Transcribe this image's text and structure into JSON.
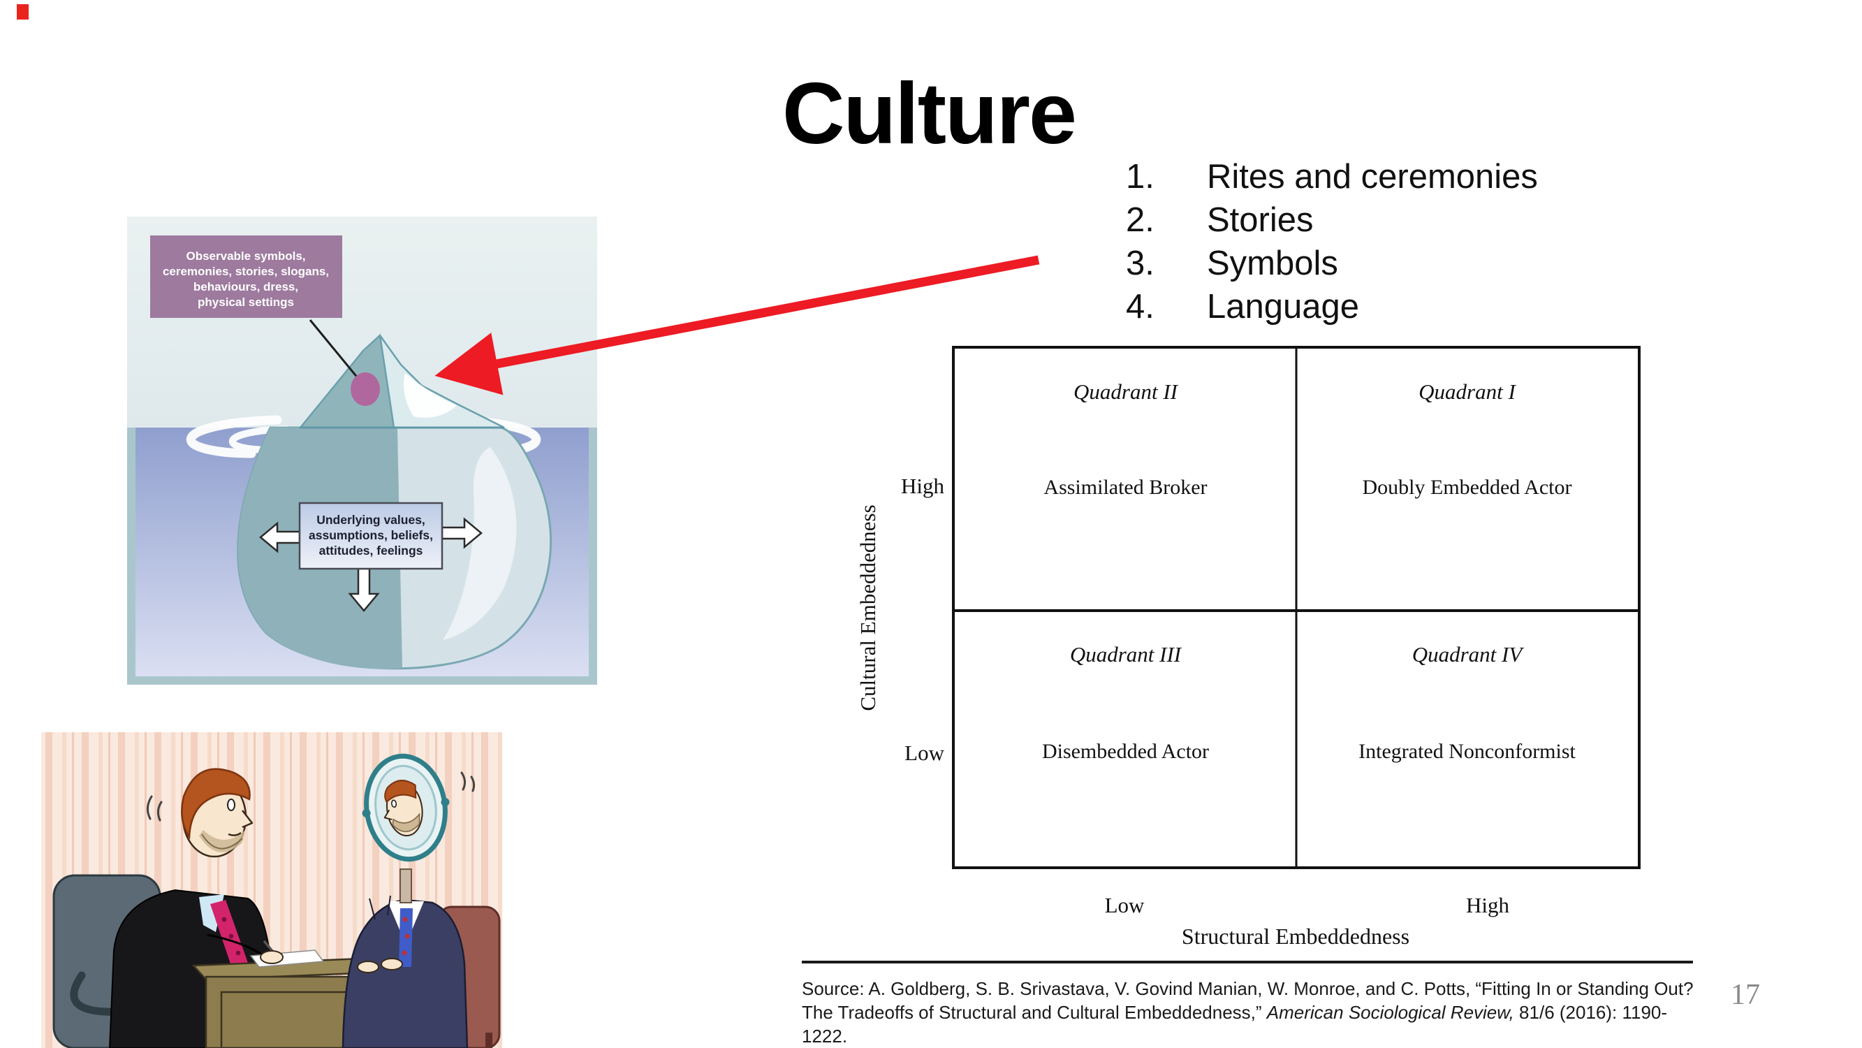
{
  "slide": {
    "title": "Culture",
    "page_number": "17",
    "accent_red": "#ed1b24"
  },
  "culture_list": {
    "items": [
      {
        "num": "1.",
        "label": "Rites and ceremonies"
      },
      {
        "num": "2.",
        "label": "Stories"
      },
      {
        "num": "3.",
        "label": "Symbols"
      },
      {
        "num": "4.",
        "label": "Language"
      }
    ]
  },
  "iceberg": {
    "observable_box": {
      "bg_color": "#9d7a9e",
      "lines": [
        "Observable symbols,",
        "ceremonies, stories, slogans,",
        "behaviours, dress,",
        "physical settings"
      ]
    },
    "underlying_box": {
      "lines": [
        "Underlying values,",
        "assumptions, beliefs,",
        "attitudes, feelings"
      ]
    },
    "colors": {
      "sky": "#e7efef",
      "water": "#909fce",
      "frame": "#aac6cd",
      "berg_dark": "#8fb3ba",
      "berg_light": "#dcebee",
      "dot": "#b0679e"
    }
  },
  "quadrant_chart": {
    "y_axis": {
      "label": "Cultural Embeddedness",
      "high": "High",
      "low": "Low"
    },
    "x_axis": {
      "label": "Structural Embeddedness",
      "low": "Low",
      "high": "High"
    },
    "quadrants": [
      {
        "name": "Quadrant II",
        "value": "Assimilated Broker"
      },
      {
        "name": "Quadrant I",
        "value": "Doubly Embedded Actor"
      },
      {
        "name": "Quadrant III",
        "value": "Disembedded Actor"
      },
      {
        "name": "Quadrant IV",
        "value": "Integrated Nonconformist"
      }
    ]
  },
  "citation": {
    "line1": "Source: A. Goldberg, S. B. Srivastava, V. Govind Manian, W. Monroe, and C. Potts, “Fitting In or Standing Out?",
    "line2_regular": "The Tradeoffs of Structural and Cultural Embeddedness,” ",
    "line2_italic": "American Sociological Review,",
    "line2_end": " 81/6 (2016): 1190-1222."
  }
}
